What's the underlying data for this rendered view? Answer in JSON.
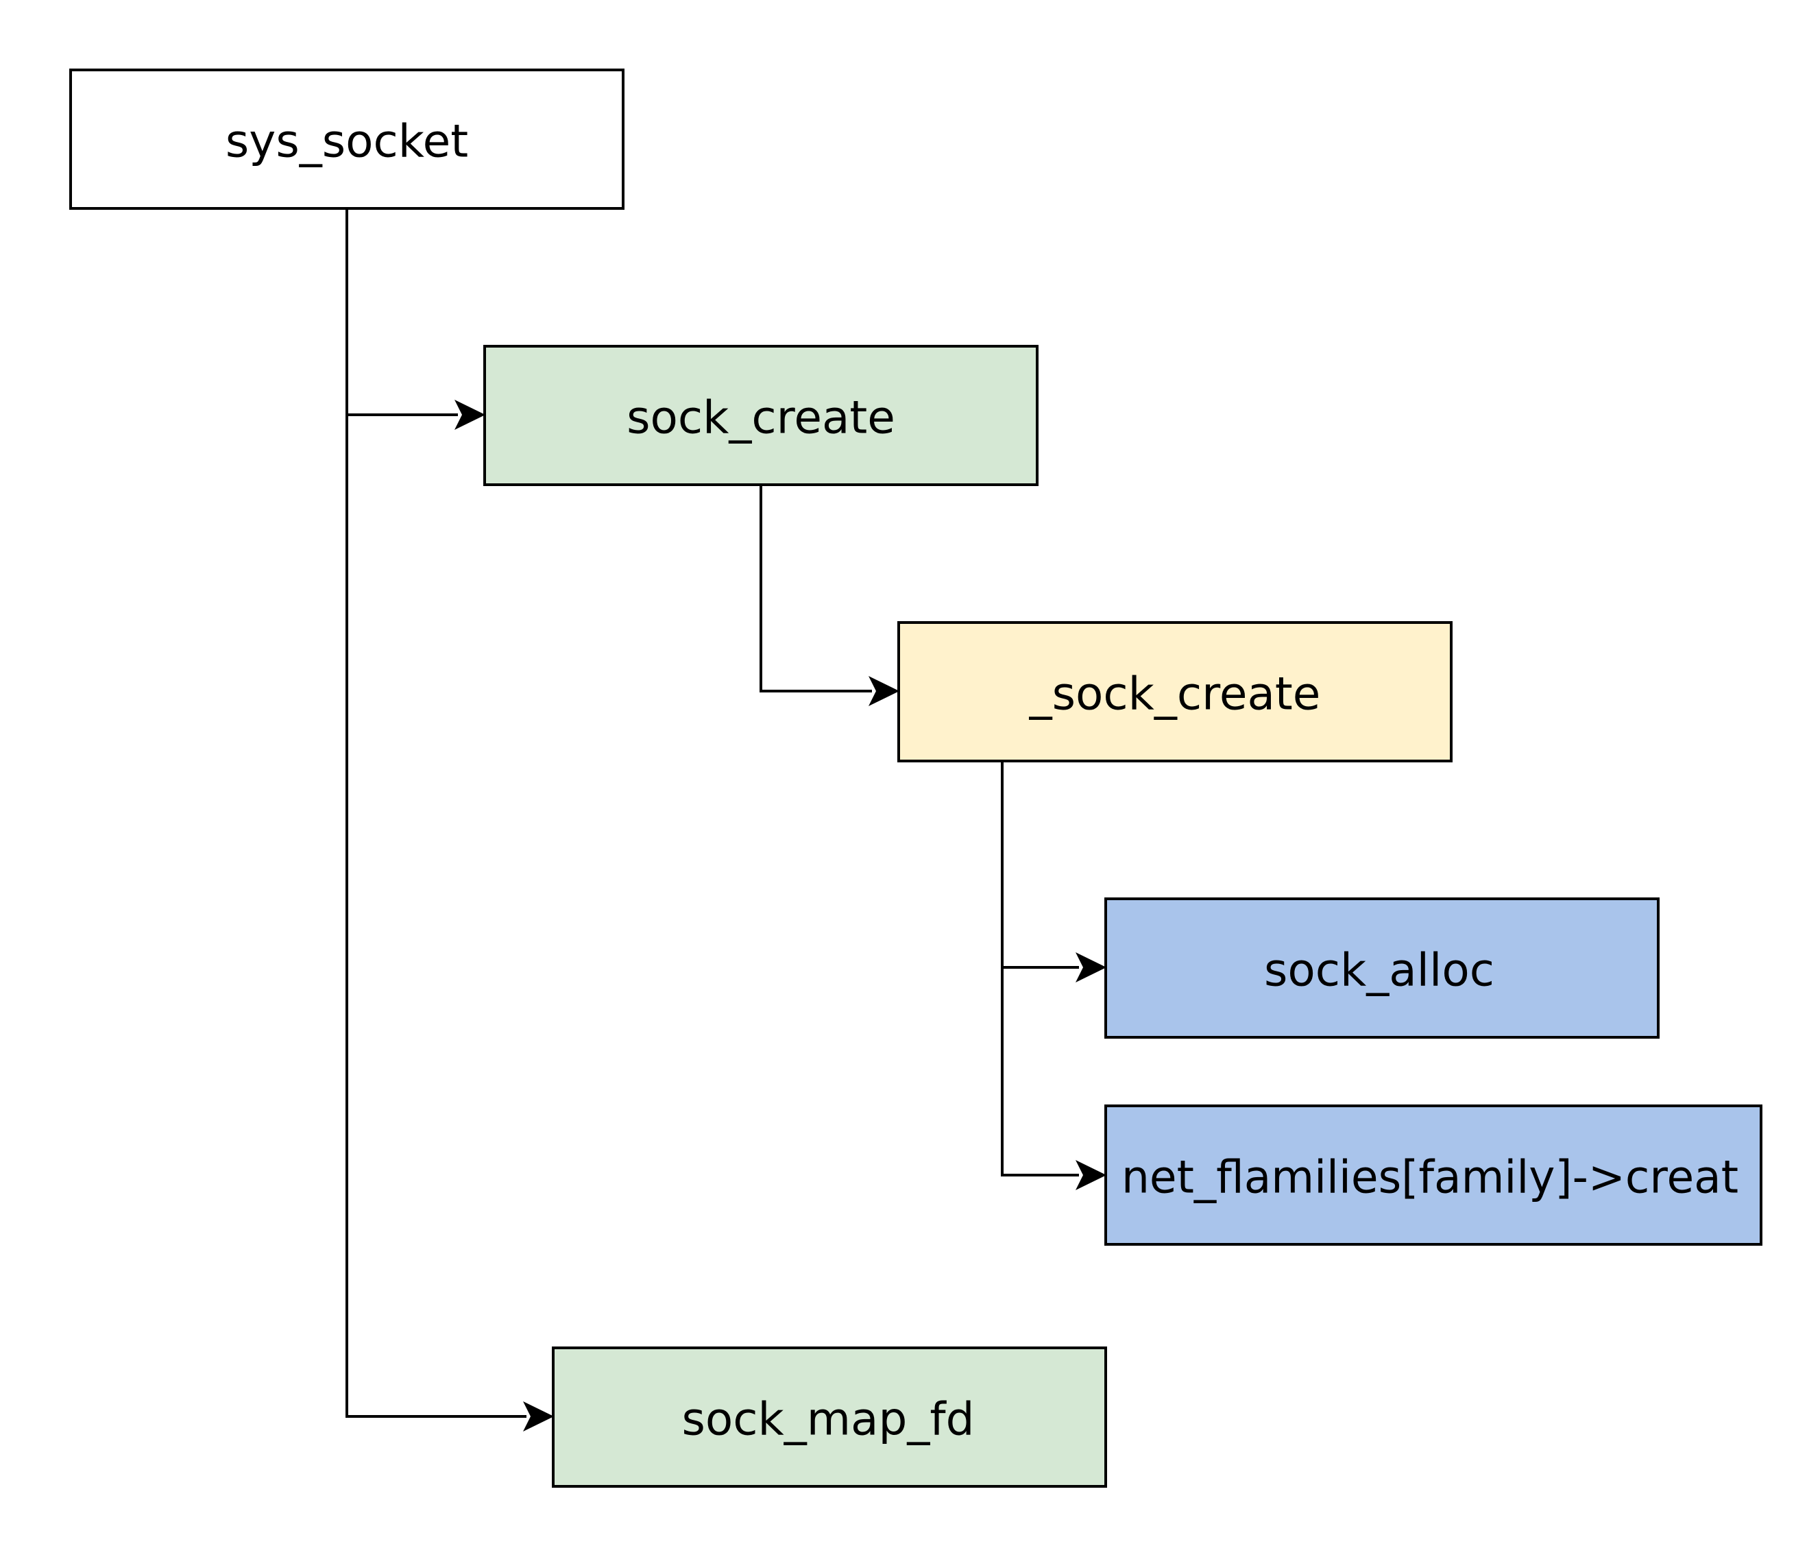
{
  "nodes": [
    {
      "id": "sys_socket",
      "label": "sys_socket",
      "fill": "#ffffff"
    },
    {
      "id": "sock_create",
      "label": "sock_create",
      "fill": "#d5e8d4"
    },
    {
      "id": "_sock_create",
      "label": "_sock_create",
      "fill": "#fff2cc"
    },
    {
      "id": "sock_alloc",
      "label": "sock_alloc",
      "fill": "#a9c4eb"
    },
    {
      "id": "net_families_create",
      "label": "net_flamilies[family]->creat",
      "fill": "#a9c4eb"
    },
    {
      "id": "sock_map_fd",
      "label": "sock_map_fd",
      "fill": "#d5e8d4"
    }
  ],
  "edges": [
    {
      "from": "sys_socket",
      "to": "sock_create"
    },
    {
      "from": "sock_create",
      "to": "_sock_create"
    },
    {
      "from": "_sock_create",
      "to": "sock_alloc"
    },
    {
      "from": "_sock_create",
      "to": "net_families_create"
    },
    {
      "from": "sys_socket",
      "to": "sock_map_fd"
    }
  ]
}
